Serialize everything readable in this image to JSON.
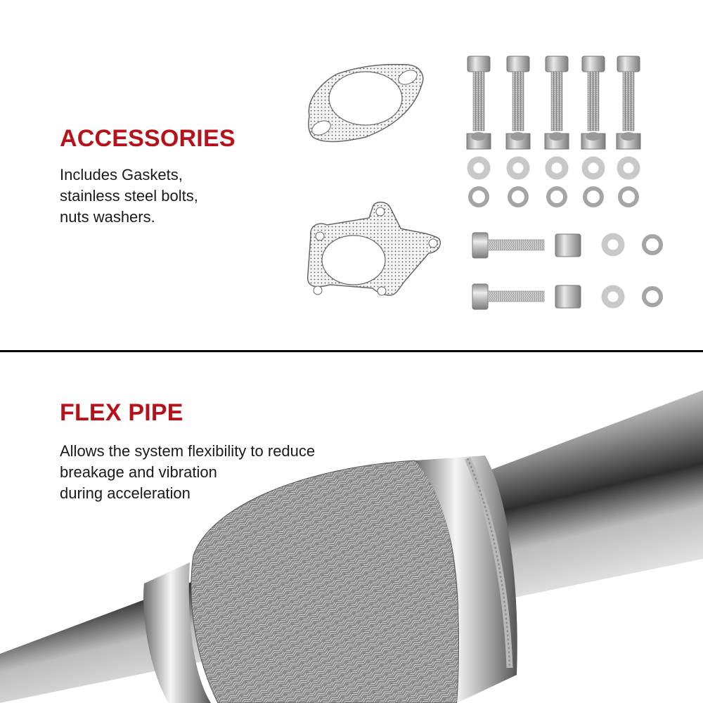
{
  "colors": {
    "accent": "#B5121B",
    "text": "#1a1a1a",
    "divider": "#000000",
    "background": "#ffffff"
  },
  "accessories": {
    "title": "ACCESSORIES",
    "description_lines": [
      "Includes Gaskets,",
      "stainless steel bolts,",
      "nuts washers."
    ],
    "image": {
      "gaskets": [
        "2-bolt-gasket",
        "5-bolt-gasket"
      ],
      "hardware_rows": [
        {
          "item": "vertical-bolt",
          "count": 5
        },
        {
          "item": "hex-nut",
          "count": 5
        },
        {
          "item": "flat-washer",
          "count": 5
        },
        {
          "item": "lock-washer",
          "count": 5
        },
        {
          "item": "horizontal-bolt-nut-washer-lockwasher-set",
          "count": 2
        }
      ]
    }
  },
  "flex_pipe": {
    "title": "FLEX PIPE",
    "description_lines": [
      "Allows the system flexibility to reduce",
      "breakage and vibration",
      "during acceleration"
    ],
    "image": "braided-flex-pipe-photo"
  }
}
